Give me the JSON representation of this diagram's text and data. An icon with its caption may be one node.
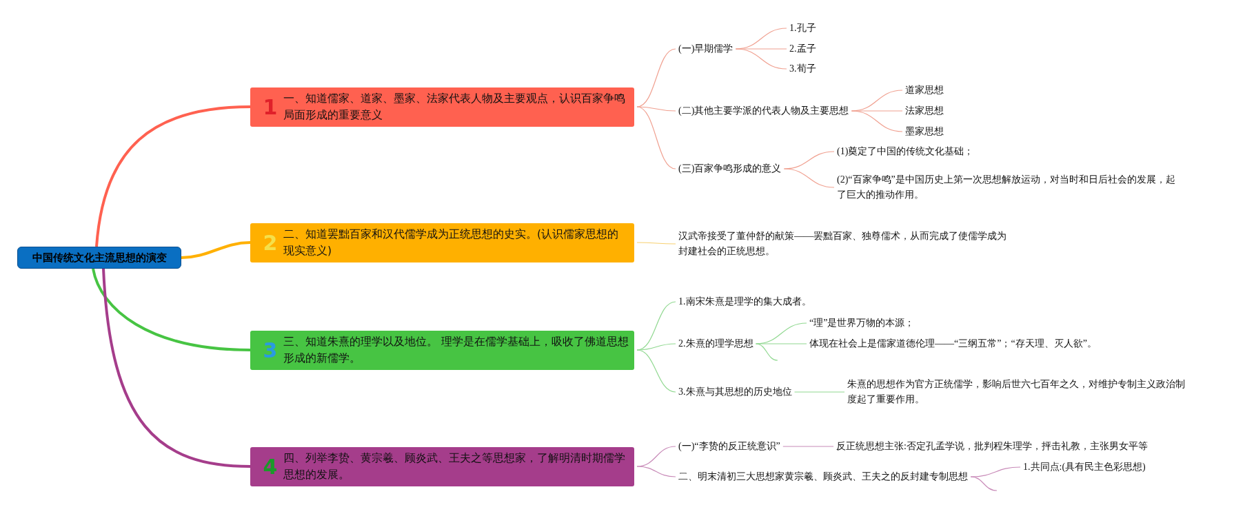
{
  "diagram": {
    "nodes": [
      {
        "text": [
          "中国传统文化主流思想的演变"
        ]
      },
      {
        "text": [
          "1",
          "一、知道儒家、道家、墨家、法家代表人物及主要观点，认识百家争鸣局面形成的重要意义"
        ]
      },
      {
        "text": [
          "(一)早期儒学"
        ]
      },
      {
        "text": [
          "1.孔子"
        ]
      },
      {
        "text": [
          "2.孟子"
        ]
      },
      {
        "text": [
          "3.荀子"
        ]
      },
      {
        "text": [
          "(二)其他主要学派的代表人物及主要思想"
        ]
      },
      {
        "text": [
          "道家思想"
        ]
      },
      {
        "text": [
          "法家思想"
        ]
      },
      {
        "text": [
          "墨家思想"
        ]
      },
      {
        "text": [
          "(三)百家争鸣形成的意义"
        ]
      },
      {
        "text": [
          "(1)奠定了中国的传统文化基础；"
        ]
      },
      {
        "text": [
          "(2)“百家争鸣”是中国历史上第一次思想解放运动，对当时和日后社会的发展，起了巨大的推动作用。"
        ]
      },
      {
        "text": [
          "2",
          "二、知道罢黜百家和汉代儒学成为正统思想的史实。(认识儒家思想的现实意义)"
        ]
      },
      {
        "text": [
          "汉武帝接受了董仲舒的献策——罢黜百家、独尊儒术，从而完成了使儒学成为封建社会的正统思想。"
        ]
      },
      {
        "text": [
          "3",
          "三、知道朱熹的理学以及地位。 理学是在儒学基础上，吸收了佛道思想形成的新儒学。"
        ]
      },
      {
        "text": [
          "1.南宋朱熹是理学的集大成者。"
        ]
      },
      {
        "text": [
          "2.朱熹的理学思想"
        ]
      },
      {
        "text": [
          "“理”是世界万物的本源；"
        ]
      },
      {
        "text": [
          "体现在社会上是儒家道德伦理——“三纲五常”；“存天理、灭人欲”。"
        ]
      },
      {
        "text": [
          "3.朱熹与其思想的历史地位"
        ]
      },
      {
        "text": [
          "朱熹的思想作为官方正统儒学，影响后世六七百年之久，对维护专制主义政治制度起了重要作用。"
        ]
      },
      {
        "text": [
          "4",
          "四、列举李贽、黄宗羲、顾炎武、王夫之等思想家，了解明清时期儒学思想的发展。"
        ]
      },
      {
        "text": [
          "(一)“李贽的反正统意识”"
        ]
      },
      {
        "text": [
          "反正统思想主张:否定孔孟学说，批判程朱理学，抨击礼教，主张男女平等"
        ]
      },
      {
        "text": [
          "二、明末清初三大思想家黄宗羲、顾炎武、王夫之的反封建专制思想"
        ]
      },
      {
        "text": [
          "1.共同点:(具有民主色彩思想)"
        ]
      }
    ],
    "edges": [
      {
        "from": 0,
        "to": 1,
        "arrow": "none",
        "style": "thick",
        "color": "#ff6150"
      },
      {
        "from": 1,
        "to": 2,
        "arrow": "none",
        "color": "#f0a090"
      },
      {
        "from": 2,
        "to": 3,
        "arrow": "none",
        "color": "#f0a090"
      },
      {
        "from": 2,
        "to": 4,
        "arrow": "none",
        "color": "#f0a090"
      },
      {
        "from": 2,
        "to": 5,
        "arrow": "none",
        "color": "#f0a090"
      },
      {
        "from": 1,
        "to": 6,
        "arrow": "none",
        "color": "#f0a090"
      },
      {
        "from": 6,
        "to": 7,
        "arrow": "none",
        "color": "#f0a090"
      },
      {
        "from": 6,
        "to": 8,
        "arrow": "none",
        "color": "#f0a090"
      },
      {
        "from": 6,
        "to": 9,
        "arrow": "none",
        "color": "#f0a090"
      },
      {
        "from": 1,
        "to": 10,
        "arrow": "none",
        "color": "#f0a090"
      },
      {
        "from": 10,
        "to": 11,
        "arrow": "none",
        "color": "#f0a090"
      },
      {
        "from": 10,
        "to": 12,
        "arrow": "none",
        "color": "#f0a090"
      },
      {
        "from": 0,
        "to": 13,
        "arrow": "none",
        "style": "thick",
        "color": "#ffb000"
      },
      {
        "from": 13,
        "to": 14,
        "arrow": "none",
        "color": "#f7d070"
      },
      {
        "from": 0,
        "to": 15,
        "arrow": "none",
        "style": "thick",
        "color": "#47c443"
      },
      {
        "from": 15,
        "to": 16,
        "arrow": "none",
        "color": "#90d890"
      },
      {
        "from": 15,
        "to": 17,
        "arrow": "none",
        "color": "#90d890"
      },
      {
        "from": 17,
        "to": 18,
        "arrow": "none",
        "color": "#90d890"
      },
      {
        "from": 17,
        "to": 19,
        "arrow": "none",
        "color": "#90d890"
      },
      {
        "from": 17,
        "to": null,
        "arrow": "none",
        "color": "#90d890"
      },
      {
        "from": 15,
        "to": 20,
        "arrow": "none",
        "color": "#90d890"
      },
      {
        "from": 20,
        "to": 21,
        "arrow": "none",
        "color": "#90d890"
      },
      {
        "from": 0,
        "to": 22,
        "arrow": "none",
        "style": "thick",
        "color": "#a53d8b"
      },
      {
        "from": 22,
        "to": 23,
        "arrow": "none",
        "color": "#c88ab8"
      },
      {
        "from": 23,
        "to": 24,
        "arrow": "none",
        "color": "#c88ab8"
      },
      {
        "from": 22,
        "to": 25,
        "arrow": "none",
        "color": "#c88ab8"
      },
      {
        "from": 25,
        "to": 26,
        "arrow": "none",
        "color": "#c88ab8"
      },
      {
        "from": 25,
        "to": null,
        "arrow": "none",
        "color": "#c88ab8"
      }
    ]
  }
}
